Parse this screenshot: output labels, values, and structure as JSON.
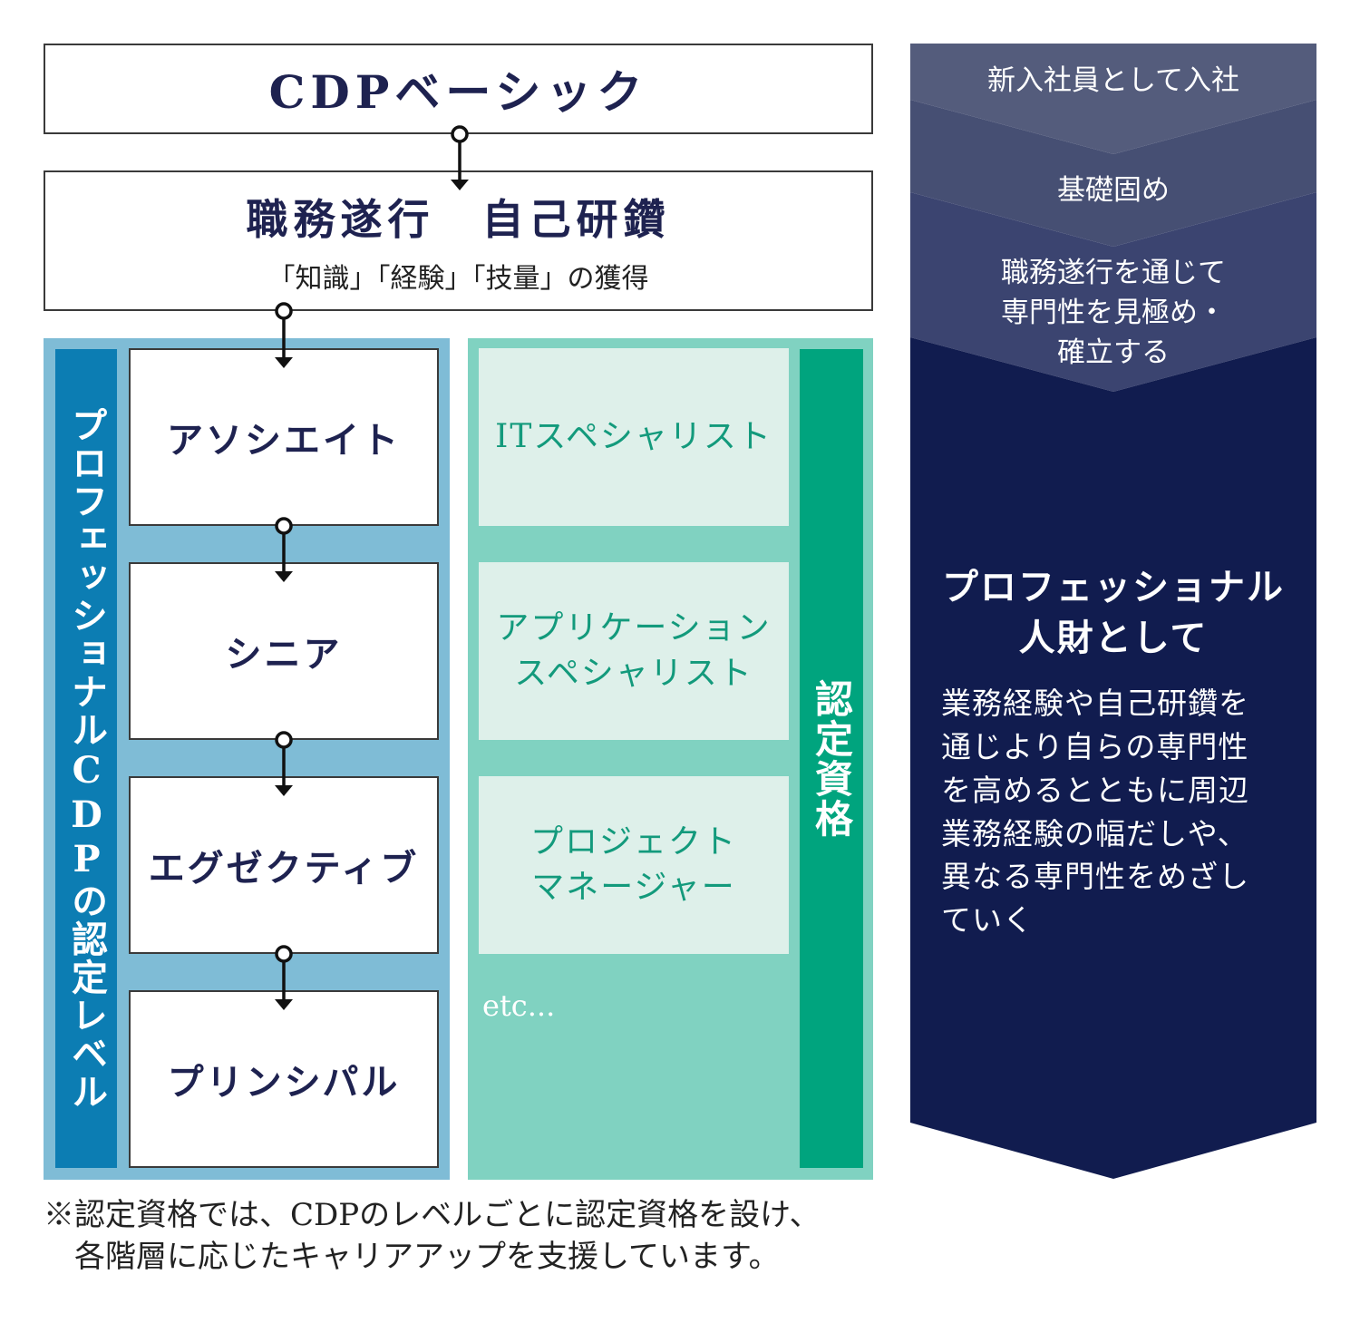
{
  "cdp_basic": "CDPベーシック",
  "duty": {
    "main": "職務遂行　自己研鑽",
    "sub": "「知識」「経験」「技量」の獲得"
  },
  "levels": {
    "label": "プロフェッショナルCDPの認定レベル",
    "items": [
      "アソシエイト",
      "シニア",
      "エグゼクティブ",
      "プリンシパル"
    ]
  },
  "certs": {
    "label": "認定資格",
    "items": [
      [
        "ITスペシャリスト"
      ],
      [
        "アプリケーション",
        "スペシャリスト"
      ],
      [
        "プロジェクト",
        "マネージャー"
      ]
    ],
    "etc": "etc..."
  },
  "stages": [
    [
      "新入社員として入社"
    ],
    [
      "基礎固め"
    ],
    [
      "職務遂行を通じて",
      "専門性を見極め・",
      "確立する"
    ]
  ],
  "professional": {
    "title": [
      "プロフェッショナル",
      "人財として"
    ],
    "desc": [
      "業務経験や自己研鑽を",
      "通じより自らの専門性",
      "を高めるとともに周辺",
      "業務経験の幅だしや、",
      "異なる専門性をめざし",
      "ていく"
    ]
  },
  "note": [
    "※認定資格では、CDPのレベルごとに認定資格を設け、",
    "　各階層に応じたキャリアアップを支援しています。"
  ],
  "colors": {
    "navy_text": "#1e2250",
    "blue_panel": "#7fbcd6",
    "blue_bar": "#0c7db3",
    "green_panel": "#80d2c1",
    "green_bar": "#00a47e",
    "cert_box": "#def0ea",
    "cert_text": "#139a7c",
    "stage1": "#545c7c",
    "stage2": "#464f73",
    "stage3": "#3b4470",
    "stage4": "#111c4f"
  }
}
